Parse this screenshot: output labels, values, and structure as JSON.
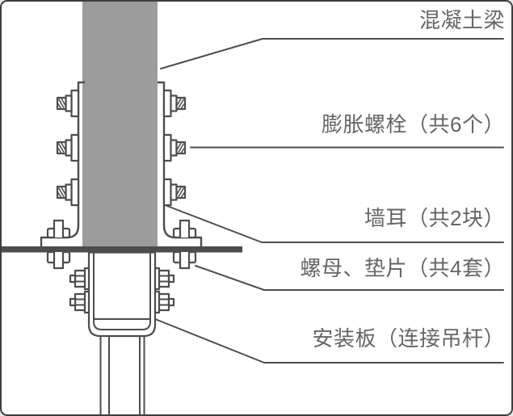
{
  "figure": {
    "type": "installation-detail-diagram",
    "description_parts": [
      "concrete beam",
      "expansion bolts",
      "wall ears",
      "nuts and washers",
      "mounting plate with hanger rod"
    ]
  },
  "labels": {
    "concrete_beam": {
      "text": "混凝土梁"
    },
    "expansion_bolts": {
      "text": "膨胀螺栓（共6个）"
    },
    "wall_ears": {
      "text": "墙耳（共2块）"
    },
    "nuts_washers": {
      "text": "螺母、垫片（共4套）"
    },
    "mounting_plate": {
      "text": "安装板（连接吊杆）"
    }
  },
  "colors": {
    "beam": "#9c9c9c",
    "line": "#4d4d4d",
    "text": "#666666",
    "frame": "#3e3e3e",
    "background": "#ffffff"
  }
}
